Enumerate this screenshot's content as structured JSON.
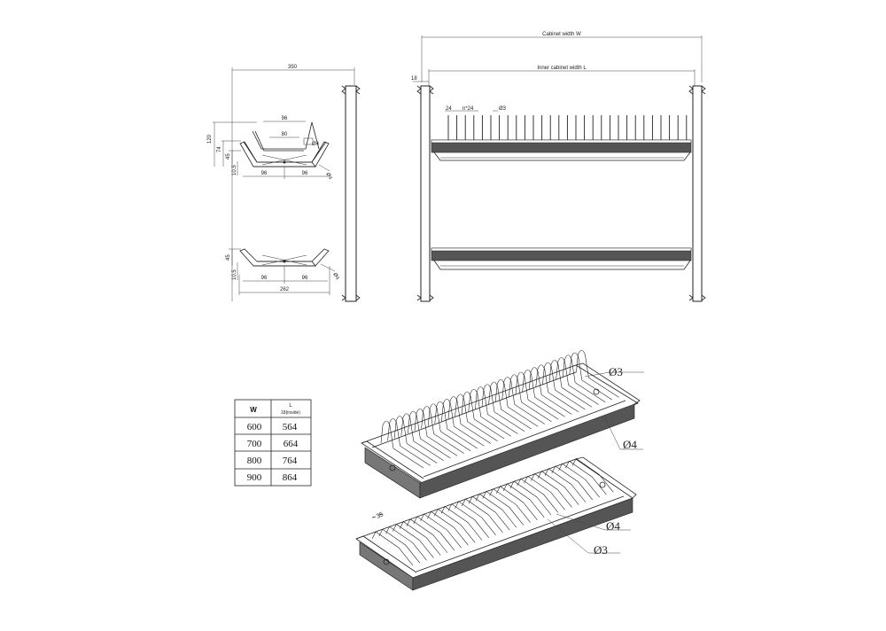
{
  "side_view": {
    "overall_width": "350",
    "top_rack": {
      "height_total": "120",
      "height_mid": "74",
      "height_base": "45",
      "offset": "10.5",
      "span_upper": "96",
      "span_inner": "80",
      "wire_label": "Ø4",
      "span_left": "96",
      "span_right": "96",
      "wire_label_2": "Ø4"
    },
    "bottom_rack": {
      "height": "45",
      "offset": "10.5",
      "span_left": "96",
      "span_right": "96",
      "depth": "262",
      "wire_label": "Ø4"
    }
  },
  "front_view": {
    "cabinet_width": "Cabinet width  W",
    "inner_width": "Inner cabinet width   L",
    "wall_thickness": "18",
    "pitch_first": "24",
    "pitch_repeat": "n*24",
    "wire_diameter": "Ø3"
  },
  "table": {
    "col1_header": "W",
    "col2_header_line1": "L",
    "col2_header_line2": "18(inside)",
    "rows": [
      {
        "w": "600",
        "l": "564"
      },
      {
        "w": "700",
        "l": "664"
      },
      {
        "w": "800",
        "l": "764"
      },
      {
        "w": "900",
        "l": "864"
      }
    ]
  },
  "iso_labels": {
    "top_wire_thin": "Ø3",
    "top_wire_thick": "Ø4",
    "bottom_wire_thick": "Ø4",
    "bottom_wire_thin": "Ø3",
    "bottom_pitch": "35"
  }
}
